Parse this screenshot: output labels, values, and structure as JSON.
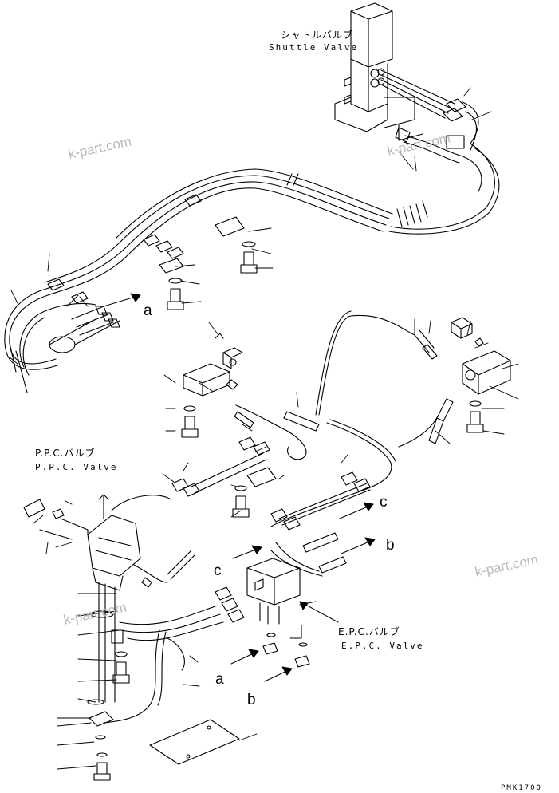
{
  "labels": {
    "shuttle_valve_jp": "シャトルバルブ",
    "shuttle_valve_en": "Shuttle Valve",
    "ppc_valve_jp": "P.P.C.バルブ",
    "ppc_valve_en": "P.P.C. Valve",
    "epc_valve_jp": "E.P.C.バルブ",
    "epc_valve_en": "E.P.C. Valve",
    "drawing_code": "PMK1700"
  },
  "callouts": {
    "a": "a",
    "b": "b",
    "c": "c"
  },
  "watermark": "k-part.com",
  "colors": {
    "line": "#000000",
    "watermark": "#b9b9b9",
    "background": "#ffffff"
  }
}
